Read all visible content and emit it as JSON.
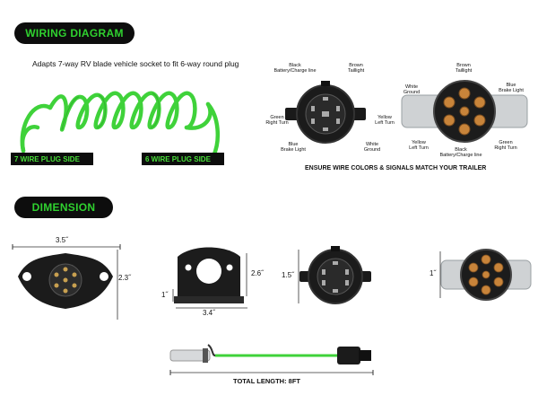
{
  "sections": {
    "wiring_title": "WIRING DIAGRAM",
    "dimension_title": "DIMENSION"
  },
  "wiring": {
    "subtitle": "Adapts 7-way RV blade vehicle socket to fit 6-way round plug",
    "left_tag": "7 WIRE PLUG SIDE",
    "right_tag": "6 WIRE PLUG SIDE",
    "ensure_note": "ENSURE WIRE COLORS & SIGNALS MATCH YOUR TRAILER",
    "seven_way_labels": {
      "black": "Black\nBattery/Charge line",
      "brown": "Brown\nTaillight",
      "green": "Green\nRight Turn",
      "yellow": "Yellow\nLeft Turn",
      "blue": "Blue\nBrake Light",
      "white": "White\nGround"
    },
    "six_way_labels": {
      "brown": "Brown\nTaillight",
      "white": "White\nGround",
      "blue": "Blue\nBrake Light",
      "yellow": "Yellow\nLeft Turn",
      "black": "Black\nBattery/Charge line",
      "green": "Green\nRight Turn"
    }
  },
  "dimensions": {
    "socket_width": "3.5˝",
    "socket_height": "2.3˝",
    "bracket_height": "2.6˝",
    "bracket_width": "3.4˝",
    "bracket_flange": "1˝",
    "round_plug_height": "1.5˝",
    "six_way_height": "1˝",
    "total_length": "TOTAL LENGTH: 8FT"
  },
  "colors": {
    "cable_green": "#3fd23a",
    "pill_bg": "#0d0d0d",
    "pill_text": "#2fd12f",
    "brass": "#c8843a"
  }
}
